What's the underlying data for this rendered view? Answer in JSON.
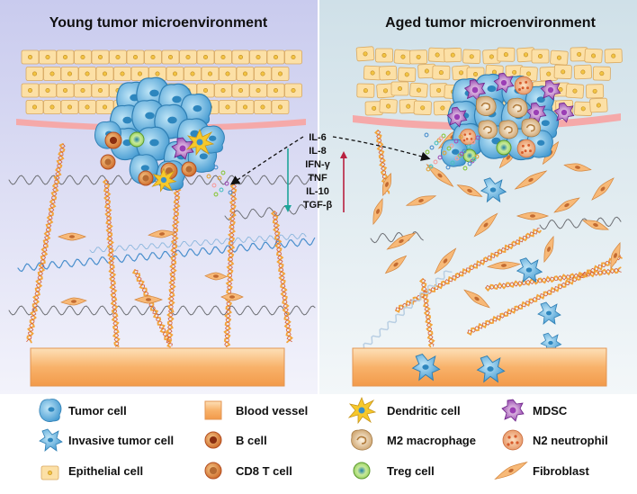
{
  "panels": {
    "young": {
      "title": "Young tumor microenvironment"
    },
    "aged": {
      "title": "Aged tumor microenvironment"
    }
  },
  "cytokines": [
    "IL-6",
    "IL-8",
    "IFN-γ",
    "TNF",
    "IL-10",
    "TGF-β"
  ],
  "colors": {
    "young_bg": "#cfd2ef",
    "aged_bg": "#d3e2ea",
    "epithelial": "#fce0a6",
    "basement": "#f5a9a9",
    "tumor": "#5aaedc",
    "fibroblast": "#f7b978",
    "vessel": "#f9b873",
    "arrow_down": "#1ea59a",
    "arrow_up": "#b8203f"
  },
  "legend": [
    {
      "icon": "tumor-cell-icon",
      "label": "Tumor cell"
    },
    {
      "icon": "invasive-tumor-cell-icon",
      "label": "Invasive tumor cell"
    },
    {
      "icon": "epithelial-cell-icon",
      "label": "Epithelial cell"
    },
    {
      "icon": "blood-vessel-icon",
      "label": "Blood vessel"
    },
    {
      "icon": "b-cell-icon",
      "label": "B cell"
    },
    {
      "icon": "cd8-t-cell-icon",
      "label": "CD8 T cell"
    },
    {
      "icon": "dendritic-cell-icon",
      "label": "Dendritic cell"
    },
    {
      "icon": "m2-macrophage-icon",
      "label": "M2 macrophage"
    },
    {
      "icon": "treg-cell-icon",
      "label": "Treg cell"
    },
    {
      "icon": "mdsc-icon",
      "label": "MDSC"
    },
    {
      "icon": "n2-neutrophil-icon",
      "label": "N2 neutrophil"
    },
    {
      "icon": "fibroblast-icon",
      "label": "Fibroblast"
    }
  ]
}
